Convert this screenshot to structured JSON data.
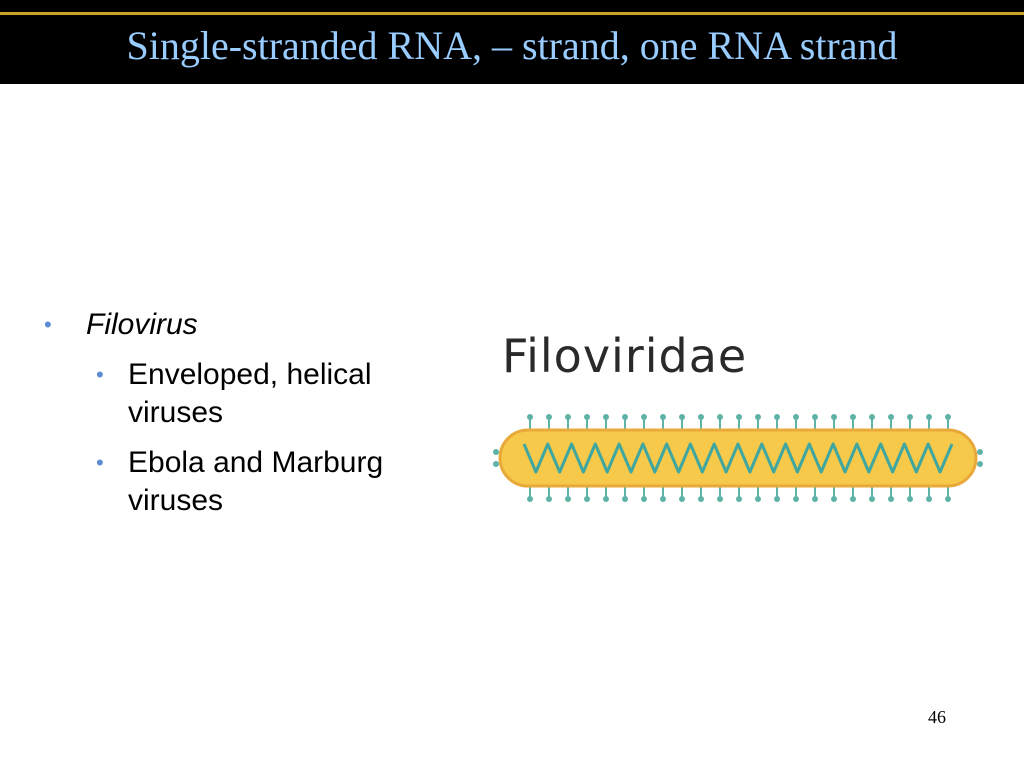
{
  "slide": {
    "title": "Single-stranded RNA, – strand, one RNA strand",
    "page_number": "46"
  },
  "bullets": {
    "level1": "Filovirus",
    "level2": [
      "Enveloped, helical viruses",
      "Ebola and Marburg viruses"
    ]
  },
  "figure": {
    "label": "Filoviridae",
    "colors": {
      "capsule_fill": "#f6c94a",
      "capsule_edge": "#e8a93a",
      "rna_strand": "#3fa6a0",
      "spikes": "#5fb3a6"
    }
  },
  "theme": {
    "title_bar": "#000000",
    "title_rule": "#c9a227",
    "title_text": "#99ccff",
    "bullet_dot": "#5b8bd0"
  }
}
